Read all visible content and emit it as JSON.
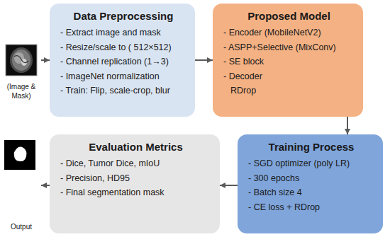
{
  "diagram": {
    "nodes": [
      {
        "text": [
          "(Image & Mask)"
        ]
      },
      {
        "text": [
          "Data Preprocessing",
          "- Extract image and mask",
          "- Resize/scale to ( 512×512)",
          "- Channel replication (1→3)",
          "- ImageNet normalization",
          "- Train: Flip, scale-crop, blur"
        ]
      },
      {
        "text": [
          "Proposed Model",
          "- Encoder (MobileNetV2)",
          "- ASPP+Selective (MixConv)",
          "- SE block",
          "- Decoder",
          "RDrop"
        ]
      },
      {
        "text": [
          "Training Process",
          "- SGD optimizer (poly LR)",
          "- 300 epochs",
          "- Batch size 4",
          "- CE loss + RDrop"
        ]
      },
      {
        "text": [
          "Evaluation Metrics",
          "- Dice, Tumor Dice, mIoU",
          "- Precision, HD95",
          "- Final segmentation mask"
        ]
      },
      {
        "text": [
          "Output"
        ]
      }
    ],
    "edges": [
      {
        "from": 0,
        "to": 1,
        "arrow": "to"
      },
      {
        "from": 1,
        "to": 2,
        "arrow": "to"
      },
      {
        "from": 2,
        "to": 3,
        "arrow": "to"
      },
      {
        "from": 3,
        "to": 4,
        "arrow": "to"
      },
      {
        "from": 4,
        "to": 5,
        "arrow": "to"
      }
    ]
  }
}
